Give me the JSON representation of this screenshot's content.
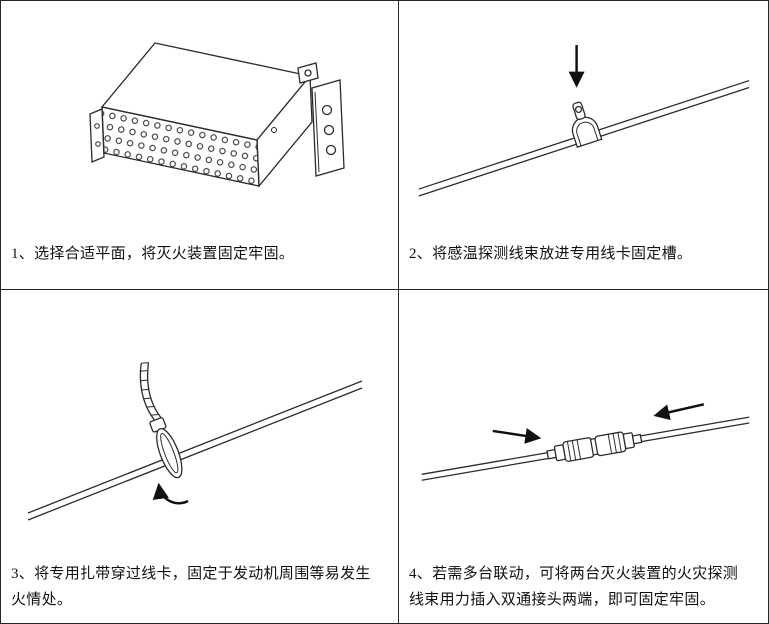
{
  "page": {
    "background": "#ffffff",
    "grid_border_color": "#262626",
    "line_color": "#2b2b2b"
  },
  "panels": [
    {
      "step": "1",
      "caption": "1、选择合适平面，将灭火装置固定牢固。",
      "illustration": "fire-suppression-device-box"
    },
    {
      "step": "2",
      "caption": "2、将感温探测线束放进专用线卡固定槽。",
      "illustration": "cable-clip-on-detection-wire"
    },
    {
      "step": "3",
      "caption": "3、将专用扎带穿过线卡，固定于发动机周围等易发生火情处。",
      "illustration": "zip-tie-around-wire"
    },
    {
      "step": "4",
      "caption": "4、若需多台联动，可将两台灭火装置的火灾探测线束用力插入双通接头两端，即可固定牢固。",
      "illustration": "two-way-connector-joining-wires"
    }
  ]
}
